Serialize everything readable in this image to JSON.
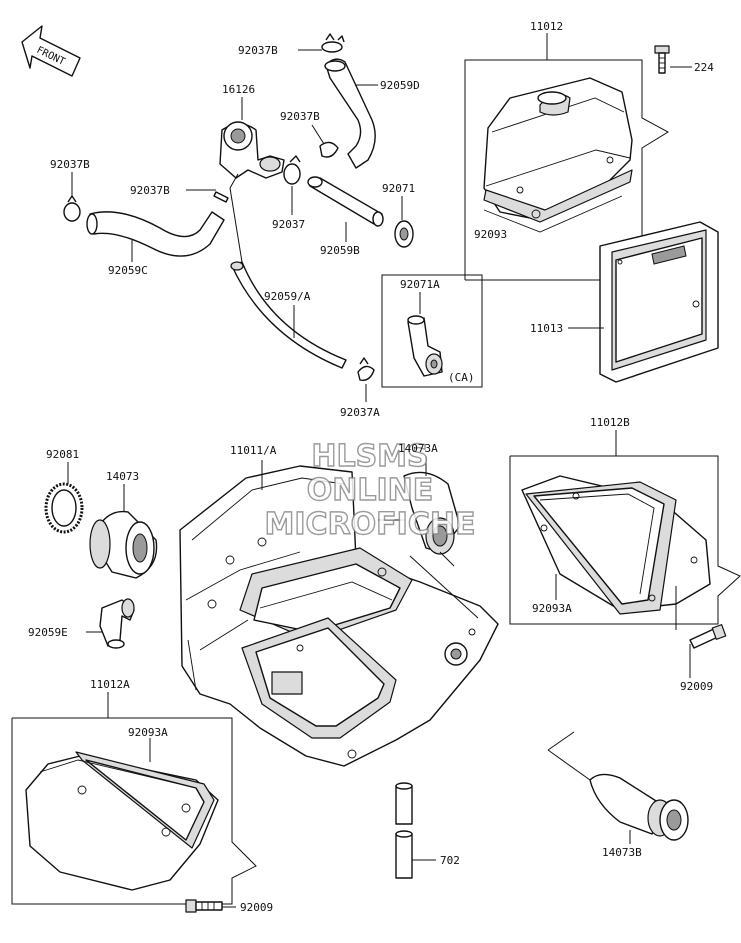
{
  "arrow_label": "FRONT",
  "watermark": [
    "HLSMS",
    "ONLINE",
    "MICROFICHE"
  ],
  "labels": {
    "p11012": "11012",
    "p224": "224",
    "p92037B_top": "92037B",
    "p92059D": "92059D",
    "p16126": "16126",
    "p92037B_mid": "92037B",
    "p92037B_left": "92037B",
    "p92037B_small": "92037B",
    "p92037": "92037",
    "p92071": "92071",
    "p92059B": "92059B",
    "p92059C": "92059C",
    "p92093": "92093",
    "p92059A": "92059/A",
    "p92071A": "92071A",
    "pCA": "(CA)",
    "p11013": "11013",
    "p92037A": "92037A",
    "p92081": "92081",
    "p11011A": "11011/A",
    "p14073A": "14073A",
    "p11012B": "11012B",
    "p14073": "14073",
    "p92093A_right": "92093A",
    "p92059E": "92059E",
    "p92009_right": "92009",
    "p11012A": "11012A",
    "p92093A_left": "92093A",
    "p702": "702",
    "p14073B": "14073B",
    "p92009_bottom": "92009"
  }
}
